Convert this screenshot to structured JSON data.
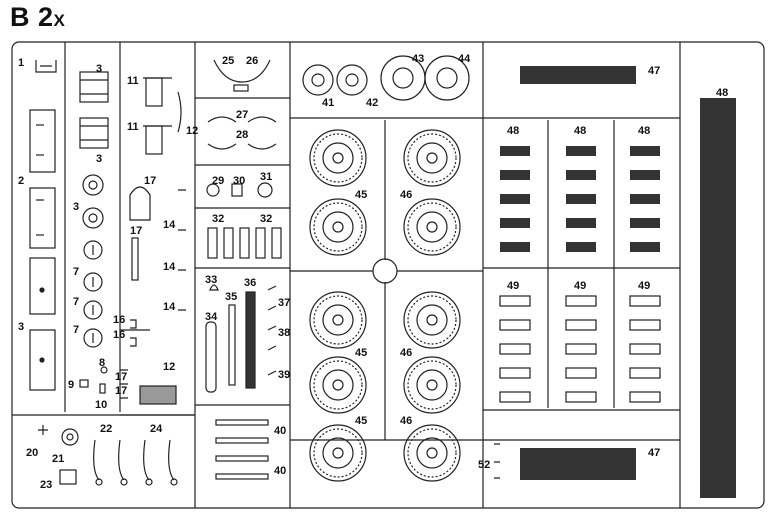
{
  "sheet": {
    "letter": "B",
    "number": "2",
    "suffix": "X"
  },
  "labels": {
    "p1": "1",
    "p2": "2",
    "p3": "3",
    "p7": "7",
    "p8": "8",
    "p9": "9",
    "p10": "10",
    "p11": "11",
    "p12": "12",
    "p14": "14",
    "p16": "16",
    "p17": "17",
    "p20": "20",
    "p21": "21",
    "p22": "22",
    "p23": "23",
    "p24": "24",
    "p25": "25",
    "p26": "26",
    "p27": "27",
    "p28": "28",
    "p29": "29",
    "p30": "30",
    "p31": "31",
    "p32": "32",
    "p33": "33",
    "p34": "34",
    "p35": "35",
    "p36": "36",
    "p37": "37",
    "p38": "38",
    "p39": "39",
    "p40": "40",
    "p41": "41",
    "p42": "42",
    "p43": "43",
    "p44": "44",
    "p45": "45",
    "p46": "46",
    "p47": "47",
    "p48": "48",
    "p49": "49",
    "p52": "52"
  },
  "colors": {
    "line": "#222222",
    "track": "#333333",
    "gate": "#888888"
  }
}
